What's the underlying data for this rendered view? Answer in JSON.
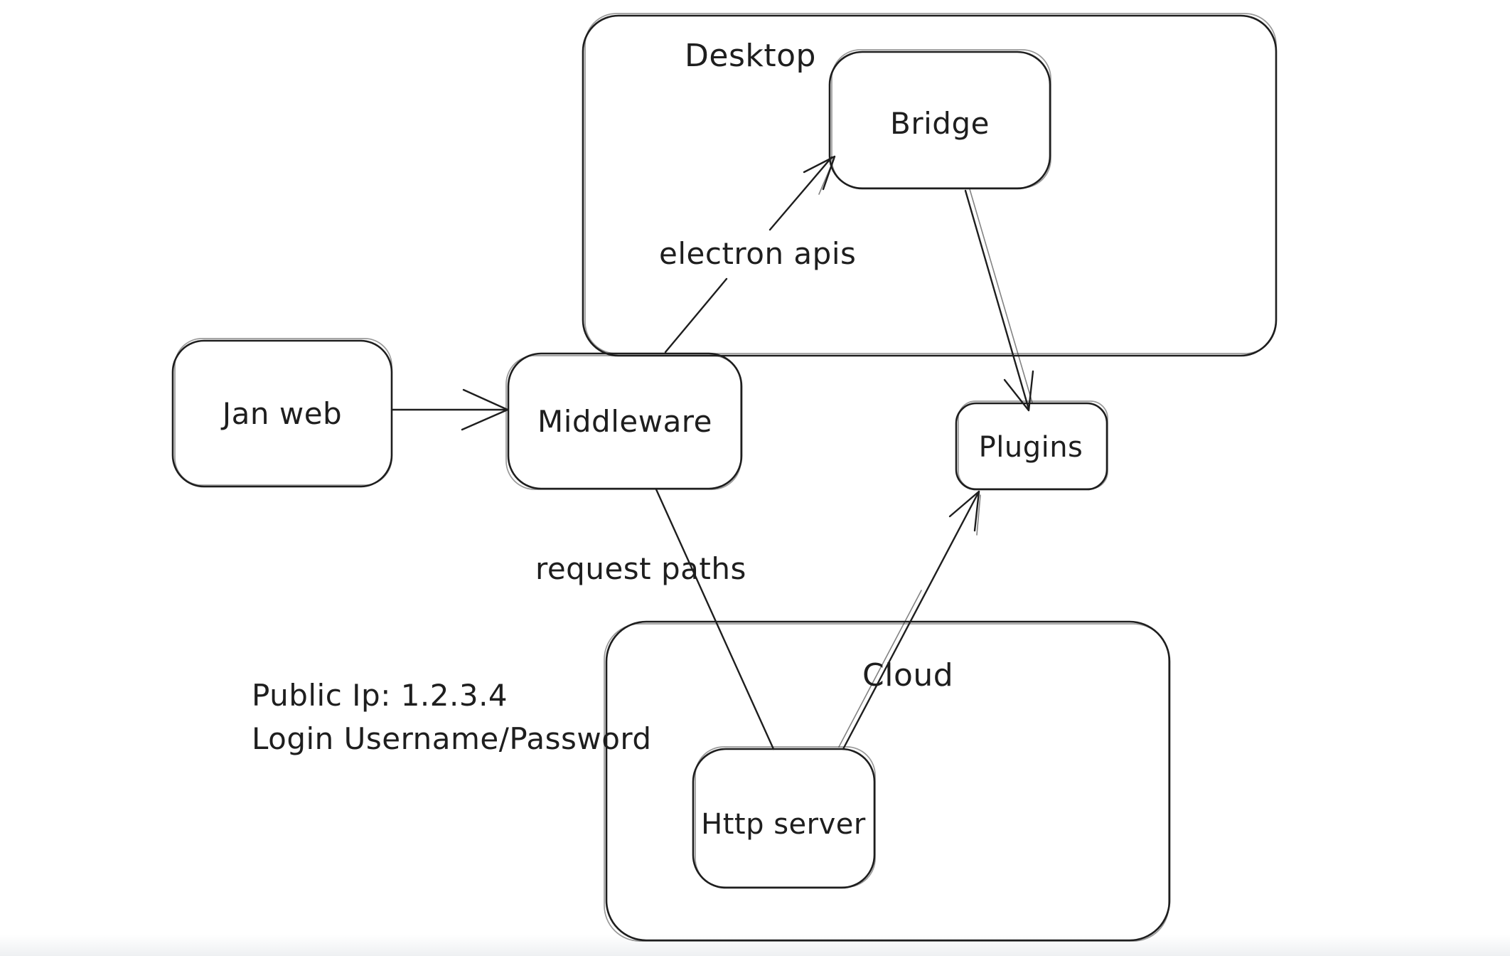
{
  "canvas": {
    "background": "#ffffff",
    "ink": "#1e1e1e",
    "bottom_edge_color": "#eef0f2"
  },
  "containers": {
    "desktop": {
      "label": "Desktop"
    },
    "cloud": {
      "label": "Cloud"
    }
  },
  "nodes": {
    "jan_web": {
      "label": "Jan web"
    },
    "middleware": {
      "label": "Middleware"
    },
    "bridge": {
      "label": "Bridge"
    },
    "plugins": {
      "label": "Plugins"
    },
    "http_server": {
      "label": "Http server"
    }
  },
  "edges": [
    {
      "from": "jan_web",
      "to": "middleware",
      "label": "",
      "arrowhead": true
    },
    {
      "from": "middleware",
      "to": "bridge",
      "label": "electron apis",
      "arrowhead": true
    },
    {
      "from": "middleware",
      "to": "http_server",
      "label": "request paths",
      "arrowhead": false
    },
    {
      "from": "http_server",
      "to": "plugins",
      "label": "",
      "arrowhead": true
    },
    {
      "from": "bridge",
      "to": "plugins",
      "label": "",
      "arrowhead": true
    }
  ],
  "notes": {
    "line1": "Public Ip: 1.2.3.4",
    "line2": "Login Username/Password"
  }
}
